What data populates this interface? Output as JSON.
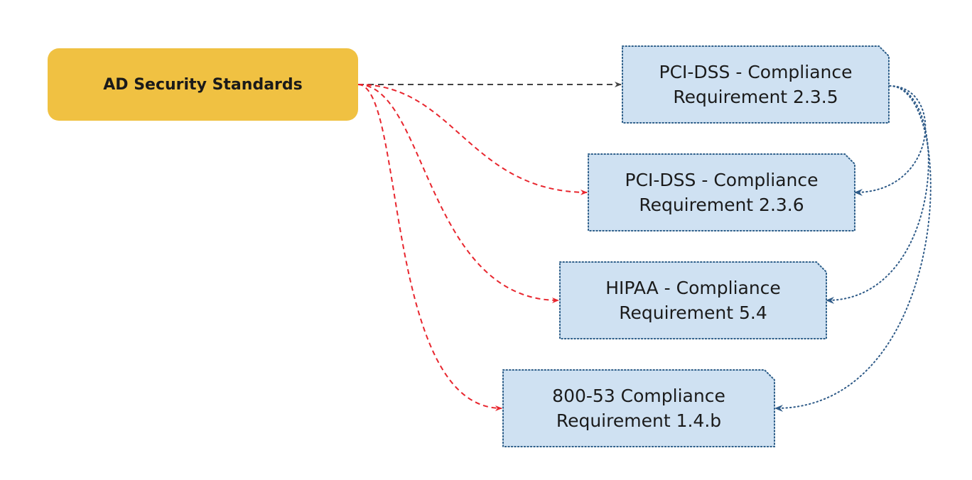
{
  "colors": {
    "source_fill": "#f0c142",
    "target_fill": "#cfe1f2",
    "target_border": "#2e5f8a",
    "arrow_primary": "#444444",
    "arrow_red": "#e8262e",
    "arrow_blue": "#2f5b88"
  },
  "source": {
    "label": "AD Security Standards"
  },
  "targets": [
    {
      "line1": "PCI-DSS - Compliance",
      "line2": "Requirement 2.3.5"
    },
    {
      "line1": "PCI-DSS - Compliance",
      "line2": "Requirement 2.3.6"
    },
    {
      "line1": "HIPAA - Compliance",
      "line2": "Requirement 5.4"
    },
    {
      "line1": "800-53 Compliance",
      "line2": "Requirement 1.4.b"
    }
  ]
}
